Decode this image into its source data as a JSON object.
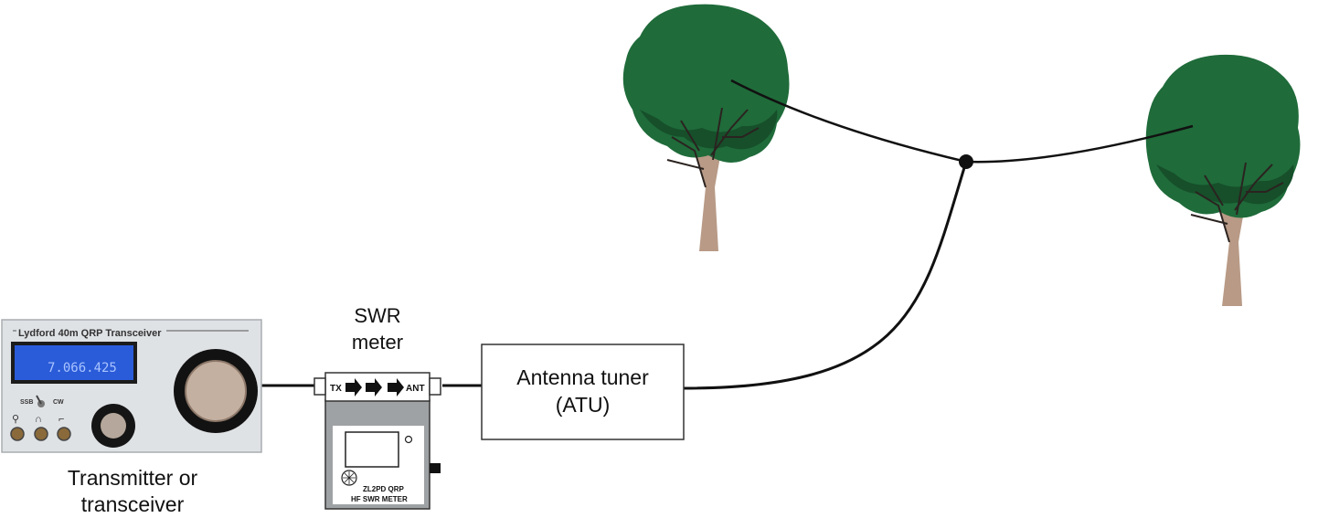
{
  "transceiver": {
    "panel_title": "Lydford 40m QRP Transceiver",
    "lcd_text": "7.066.425",
    "switch_left": "SSB",
    "switch_right": "CW",
    "caption_line1": "Transmitter or",
    "caption_line2": "transceiver"
  },
  "swr_meter": {
    "title_line1": "SWR",
    "title_line2": "meter",
    "port_in": "TX",
    "port_out": "ANT",
    "brand_line1": "ZL2PD QRP",
    "brand_line2": "HF SWR METER"
  },
  "atu": {
    "label_line1": "Antenna tuner",
    "label_line2": "(ATU)"
  },
  "colors": {
    "line": "#111111",
    "foliage": "#1f6b3a",
    "foliage_dark": "#164f2a",
    "trunk": "#b89a86",
    "lcd": "#2a5bd8",
    "panel": "#dfe2e5",
    "meter_body": "#9fa2a4"
  }
}
